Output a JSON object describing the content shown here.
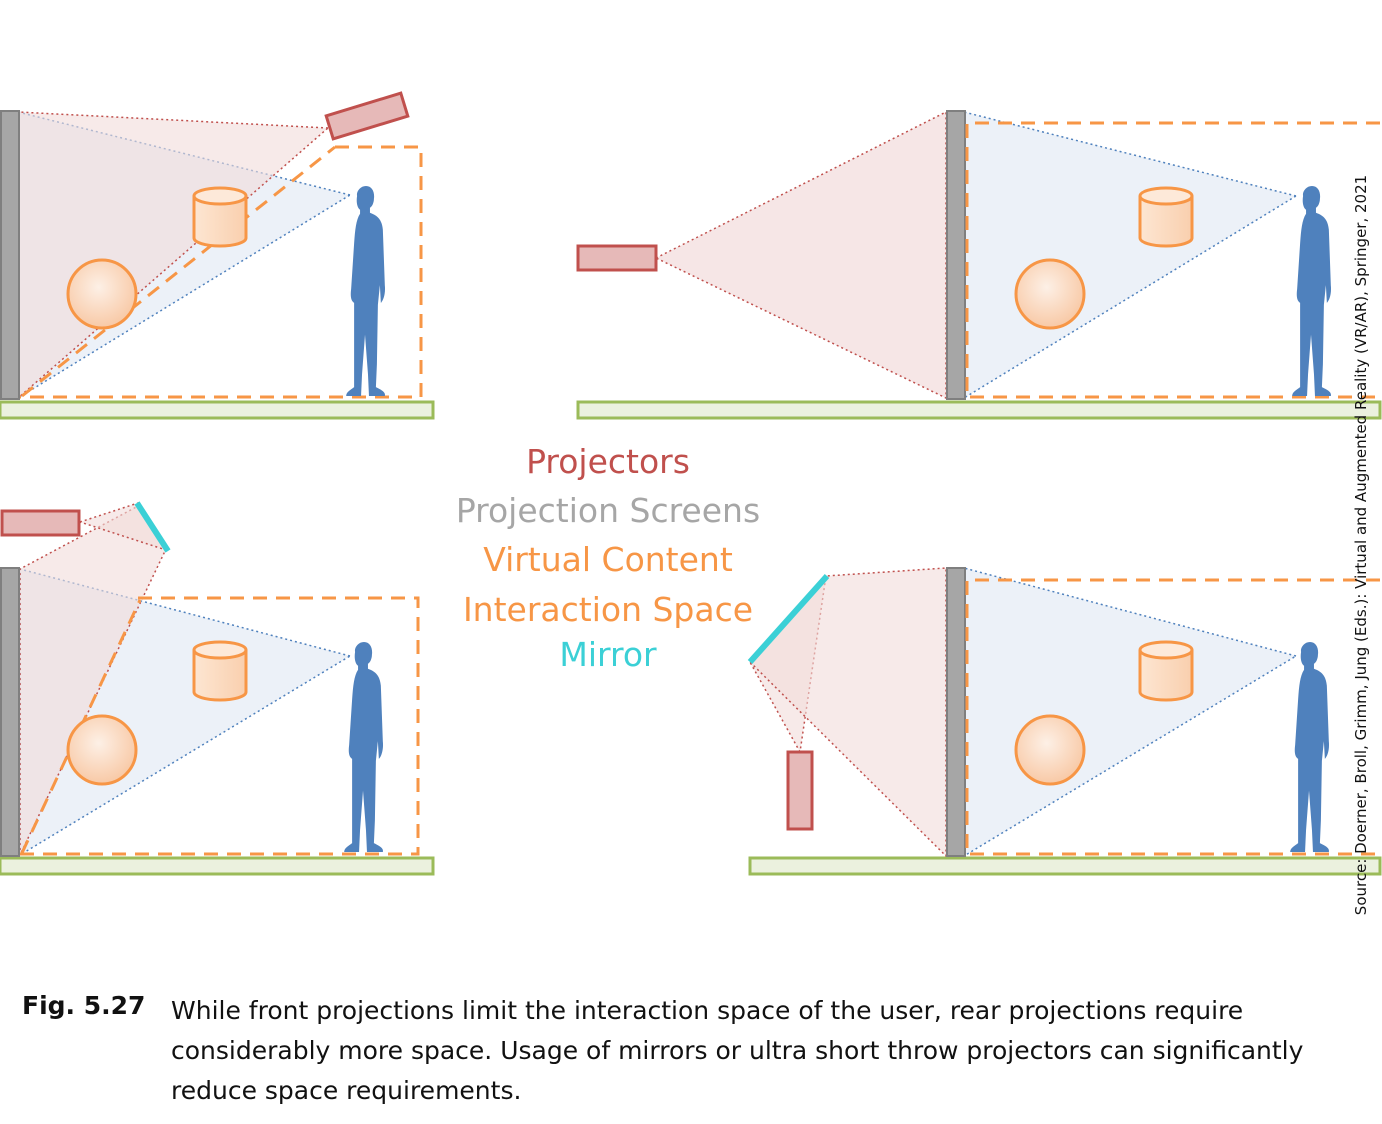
{
  "legend": {
    "projectors": {
      "label": "Projectors",
      "color": "#c0504d"
    },
    "screens": {
      "label": "Projection Screens",
      "color": "#a6a6a6"
    },
    "content": {
      "label": "Virtual Content",
      "color": "#f79646"
    },
    "space": {
      "label": "Interaction Space",
      "color": "#f79646"
    },
    "mirror": {
      "label": "Mirror",
      "color": "#3bd0d6"
    }
  },
  "source": "Source: Doerner, Broll, Grimm, Jung (Eds.): Virtual and Augmented Reality (VR/AR), Springer, 2021",
  "caption": {
    "label": "Fig. 5.27",
    "text": "While front projections limit the interaction space of the user, rear projections require considerably more space. Usage of mirrors or ultra short throw projectors can significantly reduce space requirements."
  },
  "colors": {
    "floor_fill": "#ebf1de",
    "floor_stroke": "#9bbb59",
    "screen": "#a6a6a6",
    "person": "#4f81bd",
    "beam_fill": "#f2dcdb",
    "view_fill": "#dce6f2",
    "projector_fill": "#e6b9b8"
  }
}
